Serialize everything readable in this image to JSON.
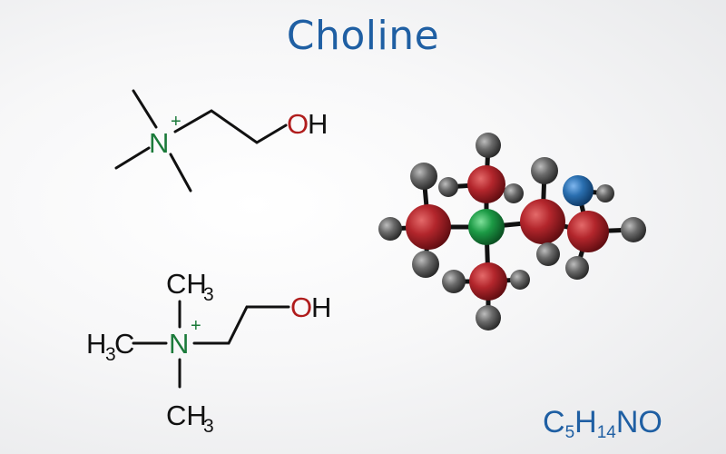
{
  "title": "Choline",
  "skeletal": {
    "n_label": "N",
    "charge": "+",
    "oh_o": "O",
    "oh_h": "H"
  },
  "expanded": {
    "ch3_top_c": "CH",
    "ch3_top_sub": "3",
    "h3_left": "H",
    "h3_left_sub": "3",
    "c_left": "C",
    "n_label": "N",
    "charge": "+",
    "oh_o": "O",
    "oh_h": "H",
    "ch3_bottom_c": "CH",
    "ch3_bottom_sub": "3"
  },
  "formula": {
    "c": "C",
    "c_count": "5",
    "h": "H",
    "h_count": "14",
    "rest": "NO"
  },
  "atom_colors": {
    "carbon": "#b3262c",
    "hydrogen": "#5a5a5a",
    "nitrogen": "#1c9a45",
    "oxygen": "#2a6fb0"
  }
}
